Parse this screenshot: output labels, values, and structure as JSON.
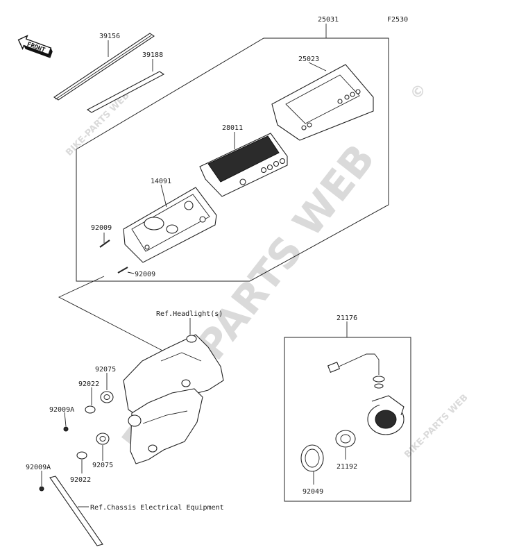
{
  "figure_code": "F2530",
  "front_badge": "FRONT",
  "watermark_main": "BIKE-PARTS WEB",
  "watermark_small": "BIKE-PARTS WEB",
  "watermark_copyright": "©",
  "parts": {
    "p25031": "25031",
    "p25023": "25023",
    "p28011": "28011",
    "p14091": "14091",
    "p39156": "39156",
    "p39188": "39188",
    "p92009_a": "92009",
    "p92009_b": "92009",
    "p92075_a": "92075",
    "p92022_a": "92022",
    "p92009A_a": "92009A",
    "p92075_b": "92075",
    "p92022_b": "92022",
    "p92009A_b": "92009A",
    "p21176": "21176",
    "p21192": "21192",
    "p92049": "92049"
  },
  "refs": {
    "headlight": "Ref.Headlight(s)",
    "chassis": "Ref.Chassis Electrical Equipment"
  }
}
